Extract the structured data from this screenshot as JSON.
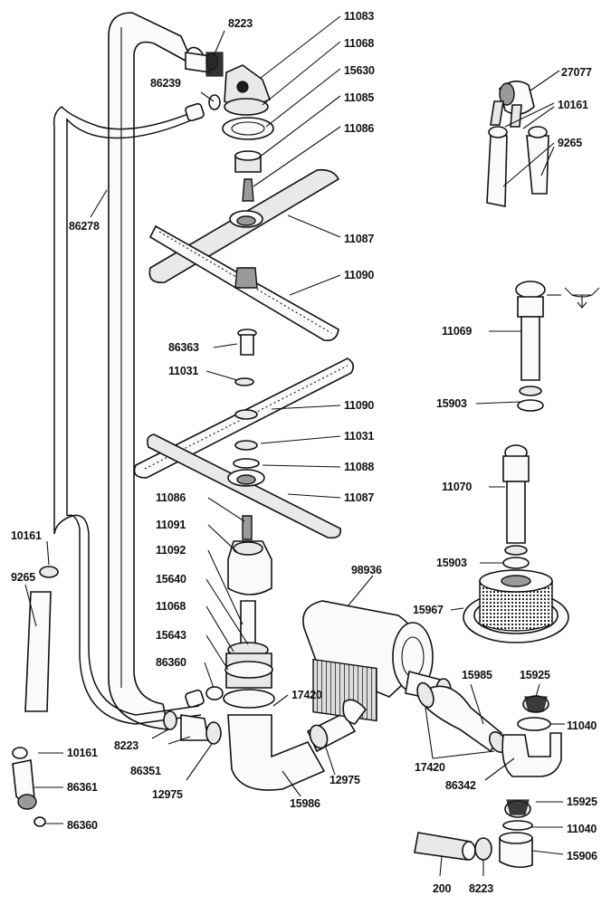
{
  "labels": {
    "p8223_top": "8223",
    "p11083": "11083",
    "p11068_top": "11068",
    "p15630": "15630",
    "p86239": "86239",
    "p11085": "11085",
    "p11086_top": "11086",
    "p27077": "27077",
    "p10161_top": "10161",
    "p9265_top": "9265",
    "p86278": "86278",
    "p11087_top": "11087",
    "p11090_top": "11090",
    "p11069": "11069",
    "p86363": "86363",
    "p11031_a": "11031",
    "p15903_a": "15903",
    "p11090_b": "11090",
    "p11031_b": "11031",
    "p11088": "11088",
    "p11086_b": "11086",
    "p11087_b": "11087",
    "p11070": "11070",
    "p11091": "11091",
    "p10161_left": "10161",
    "p11092": "11092",
    "p15903_b": "15903",
    "p98936": "98936",
    "p9265_left": "9265",
    "p15640": "15640",
    "p11068_b": "11068",
    "p15967": "15967",
    "p15643": "15643",
    "p86360_a": "86360",
    "p15985": "15985",
    "p15925_a": "15925",
    "p17420_a": "17420",
    "p11040_a": "11040",
    "p8223_b": "8223",
    "p10161_b": "10161",
    "p86351": "86351",
    "p12975_a": "12975",
    "p12975_b": "12975",
    "p17420_b": "17420",
    "p86361": "86361",
    "p86342": "86342",
    "p15986": "15986",
    "p15925_b": "15925",
    "p86360_b": "86360",
    "p11040_b": "11040",
    "p15906": "15906",
    "p200": "200",
    "p8223_c": "8223"
  }
}
